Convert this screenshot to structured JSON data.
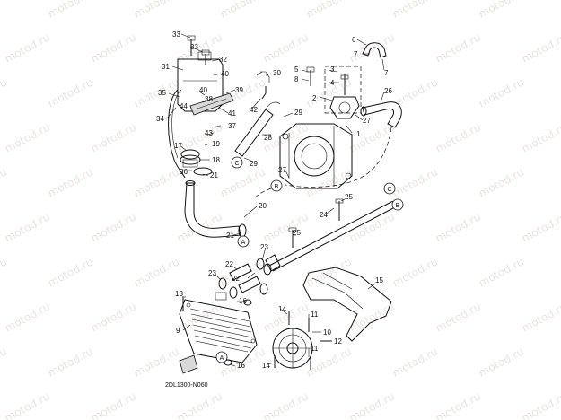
{
  "watermark": "motod.ru",
  "caption": "2DL1300-N060",
  "part_numbers": [
    "1",
    "2",
    "3",
    "4",
    "5",
    "6",
    "7",
    "7",
    "8",
    "9",
    "10",
    "11",
    "11",
    "12",
    "13",
    "14",
    "14",
    "15",
    "16",
    "16",
    "17",
    "18",
    "19",
    "20",
    "21",
    "21",
    "22",
    "22",
    "23",
    "23",
    "24",
    "25",
    "25",
    "26",
    "27",
    "27",
    "28",
    "29",
    "29",
    "30",
    "31",
    "32",
    "33",
    "33",
    "34",
    "35",
    "36",
    "37",
    "38",
    "39",
    "40",
    "40",
    "41",
    "42",
    "43",
    "44"
  ],
  "callouts": [
    "A",
    "A",
    "B",
    "B",
    "C",
    "C"
  ]
}
